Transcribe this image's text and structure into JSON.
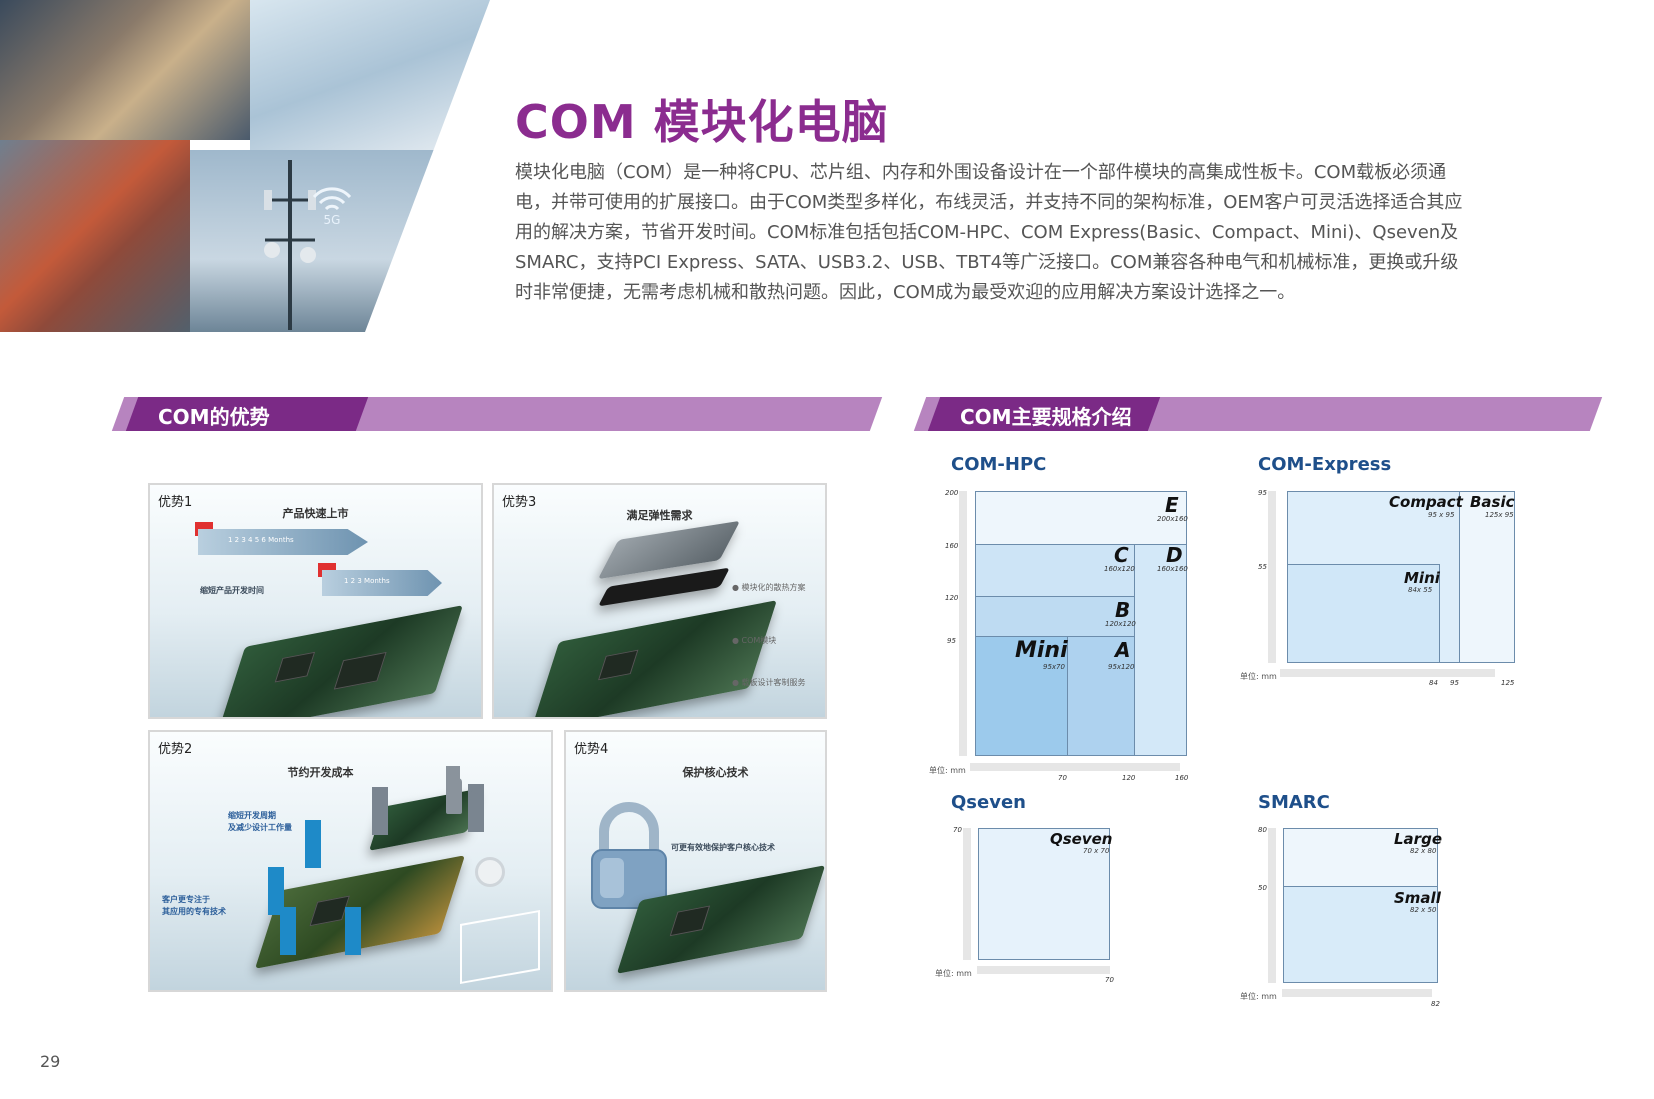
{
  "title": "COM 模块化电脑",
  "intro": "模块化电脑（COM）是一种将CPU、芯片组、内存和外围设备设计在一个部件模块的高集成性板卡。COM载板必须通电，并带可使用的扩展接口。由于COM类型多样化，布线灵活，并支持不同的架构标准，OEM客户可灵活选择适合其应用的解决方案，节省开发时间。COM标准包括包括COM-HPC、COM Express(Basic、Compact、Mini)、Qseven及SMARC，支持PCI Express、SATA、USB3.2、USB、TBT4等广泛接口。COM兼容各种电气和机械标准，更换或升级时非常便捷，无需考虑机械和散热问题。因此，COM成为最受欢迎的应用解决方案设计选择之一。",
  "hero": {
    "wifi_label": "5G"
  },
  "sections": {
    "advantages": "COM的优势",
    "specs": "COM主要规格介绍"
  },
  "advantages": {
    "a1": {
      "label": "优势1",
      "heading": "产品快速上市",
      "note": "缩短产品开发时间",
      "arrow1": "1  2  3  4  5  6  Months",
      "arrow2": "1  2  3  Months"
    },
    "a3": {
      "label": "优势3",
      "heading": "满足弹性需求",
      "notes": [
        "● 模块化的散热方案",
        "● COM模块",
        "● 载板设计客制服务"
      ]
    },
    "a2": {
      "label": "优势2",
      "heading": "节约开发成本",
      "note1a": "缩短开发周期",
      "note1b": "及减少设计工作量",
      "note2a": "客户更专注于",
      "note2b": "其应用的专有技术"
    },
    "a4": {
      "label": "优势4",
      "heading": "保护核心技术",
      "note": "可更有效地保护客户核心技术"
    }
  },
  "specs": {
    "unit": "单位: mm",
    "hpc": {
      "title": "COM-HPC",
      "y_ticks": [
        "200",
        "160",
        "120",
        "95"
      ],
      "x_ticks": [
        "70",
        "120",
        "160"
      ],
      "boxes": [
        {
          "name": "E",
          "size": "200x160"
        },
        {
          "name": "C",
          "size": "160x120"
        },
        {
          "name": "D",
          "size": "160x160"
        },
        {
          "name": "B",
          "size": "120x120"
        },
        {
          "name": "Mini",
          "size": "95x70"
        },
        {
          "name": "A",
          "size": "95x120"
        }
      ]
    },
    "express": {
      "title": "COM-Express",
      "y_ticks": [
        "95",
        "55"
      ],
      "x_ticks": [
        "84",
        "95",
        "125"
      ],
      "boxes": [
        {
          "name": "Compact",
          "size": "95 x 95"
        },
        {
          "name": "Basic",
          "size": "125x 95"
        },
        {
          "name": "Mini",
          "size": "84x 55"
        }
      ]
    },
    "qseven": {
      "title": "Qseven",
      "y_ticks": [
        "70"
      ],
      "x_ticks": [
        "70"
      ],
      "box": {
        "name": "Qseven",
        "size": "70 x 70"
      }
    },
    "smarc": {
      "title": "SMARC",
      "y_ticks": [
        "80",
        "50"
      ],
      "x_ticks": [
        "82"
      ],
      "boxes": [
        {
          "name": "Large",
          "size": "82 x 80"
        },
        {
          "name": "Small",
          "size": "82 x 50"
        }
      ]
    }
  },
  "page_number": "29"
}
